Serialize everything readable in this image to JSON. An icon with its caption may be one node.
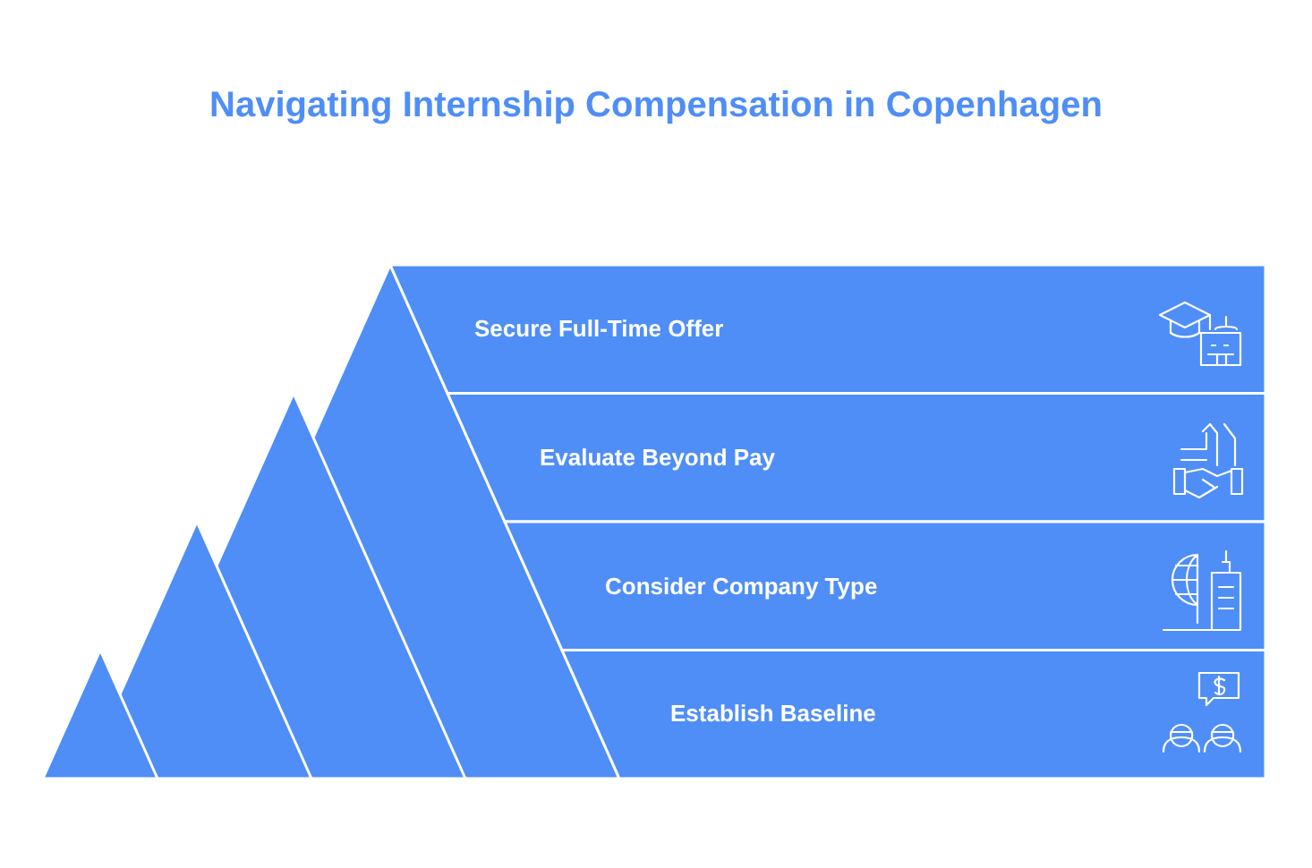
{
  "diagram": {
    "title": "Navigating Internship Compensation in Copenhagen",
    "nodes": [
      {
        "text": [
          "Secure Full-Time Offer"
        ]
      },
      {
        "text": [
          "Evaluate Beyond Pay"
        ]
      },
      {
        "text": [
          "Consider Company Type"
        ]
      },
      {
        "text": [
          "Establish Baseline"
        ]
      }
    ]
  }
}
